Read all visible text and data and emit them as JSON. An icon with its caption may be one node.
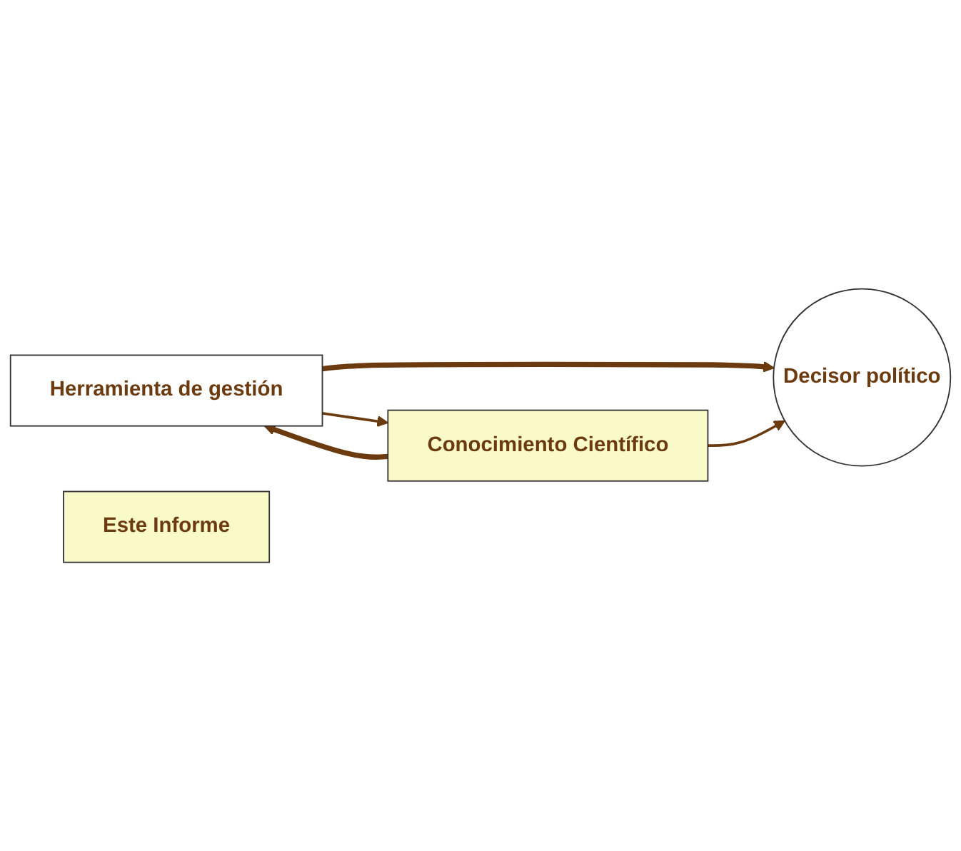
{
  "diagram": {
    "nodes": [
      {
        "text": [
          "Herramienta de gestión"
        ]
      },
      {
        "text": [
          "Conocimiento Científico"
        ]
      },
      {
        "text": [
          "Este Informe"
        ]
      },
      {
        "text": [
          "Decisor político"
        ]
      }
    ],
    "edges": [
      {
        "from": 0,
        "to": 1,
        "arrow": "to"
      },
      {
        "from": 1,
        "to": 0,
        "arrow": "to",
        "style": "thick"
      },
      {
        "from": 0,
        "to": 3,
        "arrow": "to",
        "style": "thick"
      },
      {
        "from": 1,
        "to": 3,
        "arrow": "to"
      }
    ]
  }
}
